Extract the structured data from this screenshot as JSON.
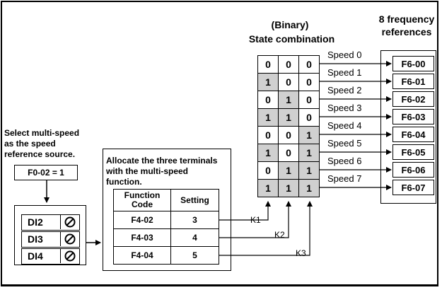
{
  "header": {
    "binary_label": "(Binary)",
    "state_label": "State combination",
    "freq_label_line1": "8 frequency",
    "freq_label_line2": "references"
  },
  "select_source": {
    "line1": "Select multi-speed",
    "line2": "as the speed",
    "line3": "reference source.",
    "param": "F0-02 = 1"
  },
  "terminals": [
    "DI2",
    "DI3",
    "DI4"
  ],
  "allocate": {
    "line1": "Allocate the three terminals",
    "line2": "with the multi-speed",
    "line3": "function.",
    "col_function": "Function Code",
    "col_setting": "Setting",
    "rows": [
      {
        "code": "F4-02",
        "setting": "3"
      },
      {
        "code": "F4-03",
        "setting": "4"
      },
      {
        "code": "F4-04",
        "setting": "5"
      }
    ]
  },
  "states": [
    [
      "0",
      "0",
      "0"
    ],
    [
      "1",
      "0",
      "0"
    ],
    [
      "0",
      "1",
      "0"
    ],
    [
      "1",
      "1",
      "0"
    ],
    [
      "0",
      "0",
      "1"
    ],
    [
      "1",
      "0",
      "1"
    ],
    [
      "0",
      "1",
      "1"
    ],
    [
      "1",
      "1",
      "1"
    ]
  ],
  "speeds": [
    "Speed 0",
    "Speed 1",
    "Speed 2",
    "Speed 3",
    "Speed 4",
    "Speed 5",
    "Speed 6",
    "Speed 7"
  ],
  "references": [
    "F6-00",
    "F6-01",
    "F6-02",
    "F6-03",
    "F6-04",
    "F6-05",
    "F6-06",
    "F6-07"
  ],
  "bit_labels": [
    "K1",
    "K2",
    "K3"
  ]
}
